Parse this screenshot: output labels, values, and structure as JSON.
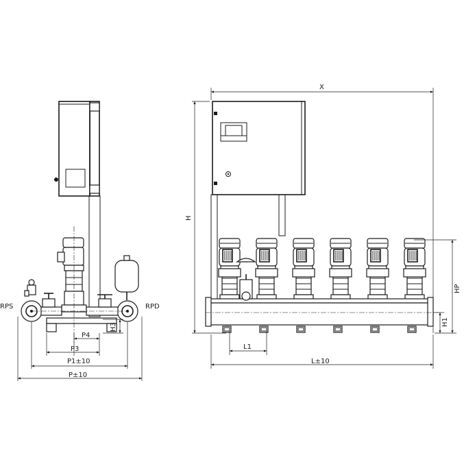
{
  "labels": {
    "rps": "RPS",
    "rpd": "RPD",
    "p4": "P4",
    "h3": "H3",
    "p3": "P3",
    "p1": "P1±10",
    "p": "P±10",
    "x": "X",
    "h": "H",
    "hp": "HP",
    "h1": "H1",
    "l1": "L1",
    "l": "L±10"
  },
  "pump_count": 6
}
